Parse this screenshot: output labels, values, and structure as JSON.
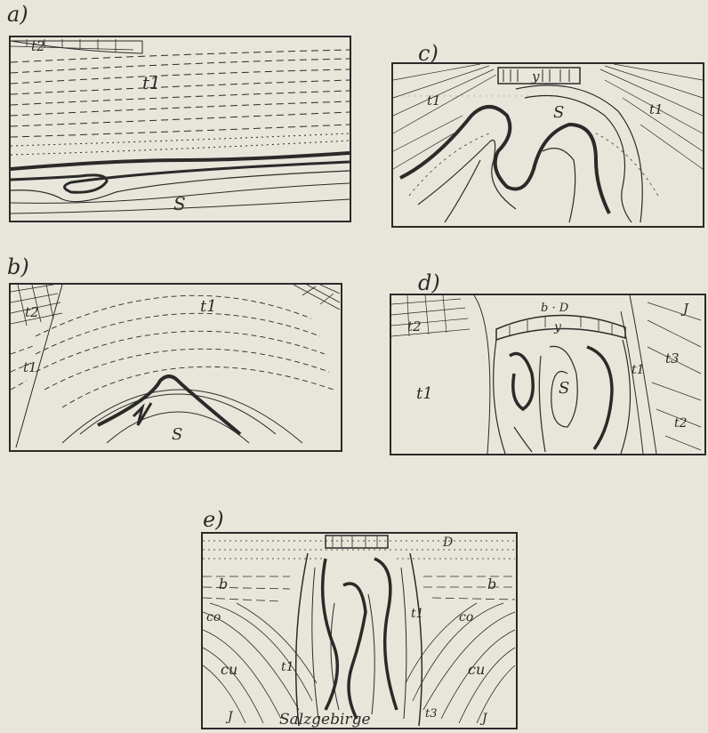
{
  "panels": {
    "a": {
      "label": "a)",
      "units": [
        "t2",
        "t1",
        "S"
      ]
    },
    "b": {
      "label": "b)",
      "units": [
        "t2",
        "t1",
        "t1",
        "S"
      ]
    },
    "c": {
      "label": "c)",
      "units": [
        "t1",
        "y",
        "S",
        "t1"
      ]
    },
    "d": {
      "label": "d)",
      "units": [
        "t2",
        "t1",
        "b · D",
        "y",
        "S",
        "t1",
        "J",
        "t3",
        "t2"
      ]
    },
    "e": {
      "label": "e)",
      "units": [
        "b",
        "D",
        "b",
        "co",
        "co",
        "cu",
        "t1",
        "t1",
        "cu",
        "J",
        "t3",
        "J",
        "Salzgebirge"
      ]
    }
  },
  "colors": {
    "paper": "#e8e6da",
    "ink": "#2a2a2a"
  }
}
